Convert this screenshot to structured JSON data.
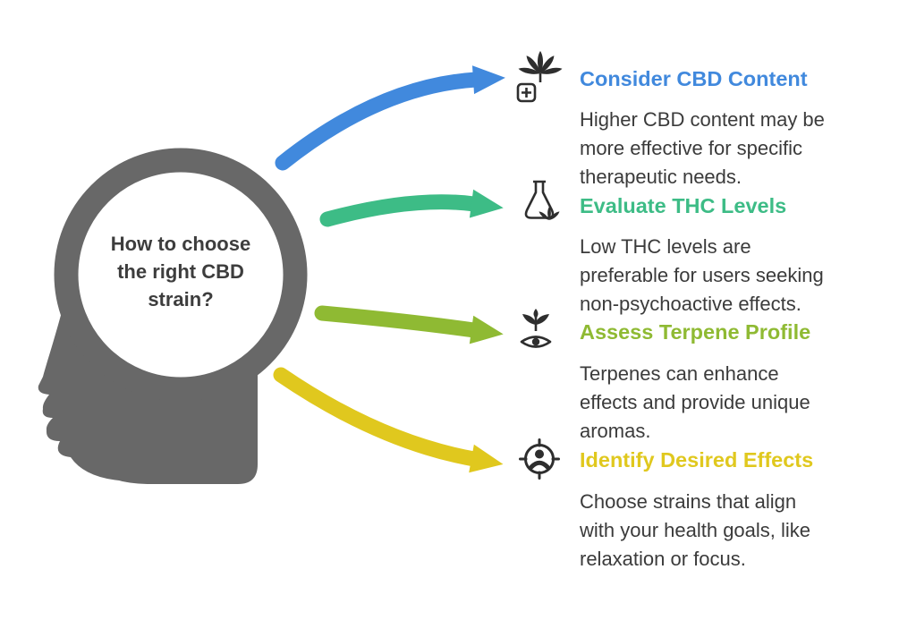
{
  "background": "#ffffff",
  "head": {
    "color": "#686868",
    "text_color": "#3d3d3d",
    "question": "How to choose the right CBD strain?",
    "question_lines": [
      "How to choose",
      "the right CBD",
      "strain?"
    ]
  },
  "text_color": "#3b3b3b",
  "items": [
    {
      "heading": "Consider CBD Content",
      "color": "#4189dd",
      "icon": "cannabis-medical-icon",
      "description": "Higher CBD content may be more effective for specific therapeutic needs.",
      "description_lines": [
        "Higher CBD content may be",
        "more effective for specific",
        "therapeutic needs."
      ]
    },
    {
      "heading": "Evaluate THC Levels",
      "color": "#3dbc86",
      "icon": "flask-leaf-icon",
      "description": "Low THC levels are preferable for users seeking non-psychoactive effects.",
      "description_lines": [
        "Low THC levels are",
        "preferable for users seeking",
        "non-psychoactive effects."
      ]
    },
    {
      "heading": "Assess Terpene Profile",
      "color": "#8fba33",
      "icon": "plant-eye-icon",
      "description": "Terpenes can enhance effects and provide unique aromas.",
      "description_lines": [
        "Terpenes can enhance",
        "effects and provide unique",
        "aromas."
      ]
    },
    {
      "heading": "Identify Desired Effects",
      "color": "#e0c81e",
      "icon": "target-person-icon",
      "description": "Choose strains that align with your health goals, like relaxation or focus.",
      "description_lines": [
        "Choose strains that align",
        "with your health goals, like",
        "relaxation or focus."
      ]
    }
  ]
}
